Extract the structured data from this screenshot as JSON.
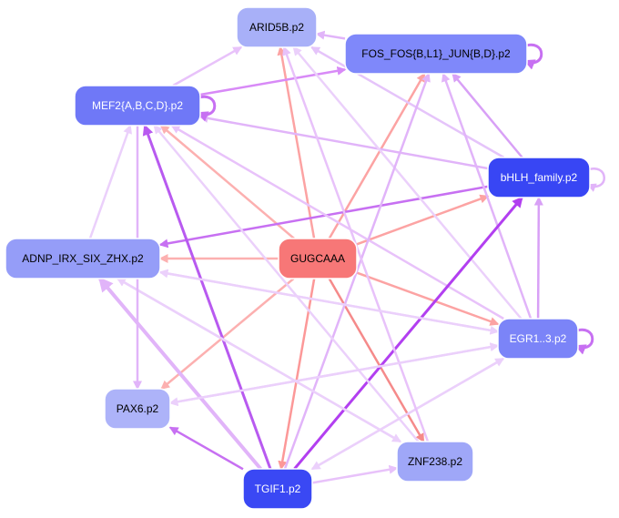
{
  "nodes": [
    {
      "id": "GUGCAAA",
      "label": "GUGCAAA",
      "fill": "#f77777",
      "text": "#000000"
    },
    {
      "id": "ARID5B",
      "label": "ARID5B.p2",
      "fill": "#a8b0f8",
      "text": "#000000"
    },
    {
      "id": "FOS",
      "label": "FOS_FOS{B,L1}_JUN{B,D}.p2",
      "fill": "#7f88fa",
      "text": "#000000"
    },
    {
      "id": "MEF2",
      "label": "MEF2{A,B,C,D}.p2",
      "fill": "#6f78f7",
      "text": "#ffffff"
    },
    {
      "id": "BHLH",
      "label": "bHLH_family.p2",
      "fill": "#3846f4",
      "text": "#ffffff"
    },
    {
      "id": "ADNP",
      "label": "ADNP_IRX_SIX_ZHX.p2",
      "fill": "#959df8",
      "text": "#000000"
    },
    {
      "id": "EGR1",
      "label": "EGR1..3.p2",
      "fill": "#7b84f8",
      "text": "#ffffff"
    },
    {
      "id": "PAX6",
      "label": "PAX6.p2",
      "fill": "#adb3f9",
      "text": "#000000"
    },
    {
      "id": "ZNF238",
      "label": "ZNF238.p2",
      "fill": "#9fa7f8",
      "text": "#000000"
    },
    {
      "id": "TGIF1",
      "label": "TGIF1.p2",
      "fill": "#3a48f4",
      "text": "#ffffff"
    }
  ],
  "edges": [
    {
      "from": "GUGCAAA",
      "to": "ARID5B",
      "color": "#fca3a3",
      "weight": 2.5
    },
    {
      "from": "GUGCAAA",
      "to": "FOS",
      "color": "#fca3a3",
      "weight": 2.5
    },
    {
      "from": "GUGCAAA",
      "to": "MEF2",
      "color": "#fcb0b0",
      "weight": 2.5
    },
    {
      "from": "GUGCAAA",
      "to": "BHLH",
      "color": "#fca3a3",
      "weight": 2.5
    },
    {
      "from": "GUGCAAA",
      "to": "ADNP",
      "color": "#fcb0b0",
      "weight": 2.5
    },
    {
      "from": "GUGCAAA",
      "to": "EGR1",
      "color": "#fca3a3",
      "weight": 2.5
    },
    {
      "from": "GUGCAAA",
      "to": "PAX6",
      "color": "#fcb0b0",
      "weight": 2.5
    },
    {
      "from": "GUGCAAA",
      "to": "ZNF238",
      "color": "#f58a8a",
      "weight": 2.5
    },
    {
      "from": "GUGCAAA",
      "to": "TGIF1",
      "color": "#fc9898",
      "weight": 2.5
    },
    {
      "from": "MEF2",
      "to": "ARID5B",
      "color": "#e8c2fa",
      "weight": 2.5
    },
    {
      "from": "MEF2",
      "to": "FOS",
      "color": "#d88af7",
      "weight": 2.5
    },
    {
      "from": "BHLH",
      "to": "MEF2",
      "color": "#e1b4f9",
      "weight": 2.5
    },
    {
      "from": "BHLH",
      "to": "ADNP",
      "color": "#c770f2",
      "weight": 2.5
    },
    {
      "from": "BHLH",
      "to": "FOS",
      "color": "#d8a0f6",
      "weight": 2.5
    },
    {
      "from": "BHLH",
      "to": "ARID5B",
      "color": "#e5c4fa",
      "weight": 2.5
    },
    {
      "from": "EGR1",
      "to": "BHLH",
      "color": "#d8a0f6",
      "weight": 2.5
    },
    {
      "from": "EGR1",
      "to": "FOS",
      "color": "#e1b4f9",
      "weight": 2.5
    },
    {
      "from": "EGR1",
      "to": "MEF2",
      "color": "#e8c2fa",
      "weight": 2.5
    },
    {
      "from": "EGR1",
      "to": "ADNP",
      "color": "#ebd0fb",
      "weight": 2.5
    },
    {
      "from": "EGR1",
      "to": "PAX6",
      "color": "#ebd0fb",
      "weight": 2.5
    },
    {
      "from": "EGR1",
      "to": "TGIF1",
      "color": "#ebd0fb",
      "weight": 2.5
    },
    {
      "from": "EGR1",
      "to": "ARID5B",
      "color": "#ebd0fb",
      "weight": 2.5
    },
    {
      "from": "TGIF1",
      "to": "BHLH",
      "color": "#b23ff0",
      "weight": 3
    },
    {
      "from": "TGIF1",
      "to": "MEF2",
      "color": "#b85af0",
      "weight": 3
    },
    {
      "from": "TGIF1",
      "to": "PAX6",
      "color": "#c770f2",
      "weight": 2.5
    },
    {
      "from": "TGIF1",
      "to": "FOS",
      "color": "#e1b4f9",
      "weight": 2.5
    },
    {
      "from": "TGIF1",
      "to": "ZNF238",
      "color": "#e8c2fa",
      "weight": 2.5
    },
    {
      "from": "TGIF1",
      "to": "ADNP",
      "color": "#e1b4f9",
      "weight": 4
    },
    {
      "from": "TGIF1",
      "to": "EGR1",
      "color": "#ebd0fb",
      "weight": 2.5
    },
    {
      "from": "ZNF238",
      "to": "ARID5B",
      "color": "#e8c2fa",
      "weight": 2.5
    },
    {
      "from": "ZNF238",
      "to": "ADNP",
      "color": "#ebd0fb",
      "weight": 2.5
    },
    {
      "from": "ZNF238",
      "to": "MEF2",
      "color": "#ebd0fb",
      "weight": 2.5
    },
    {
      "from": "ADNP",
      "to": "MEF2",
      "color": "#ebd0fb",
      "weight": 2.5
    },
    {
      "from": "ADNP",
      "to": "ZNF238",
      "color": "#ebd0fb",
      "weight": 2.5
    },
    {
      "from": "ADNP",
      "to": "EGR1",
      "color": "#ebd0fb",
      "weight": 2.5
    },
    {
      "from": "MEF2",
      "to": "PAX6",
      "color": "#e1b4f9",
      "weight": 2.5
    },
    {
      "from": "FOS",
      "to": "ARID5B",
      "color": "#e1b4f9",
      "weight": 2.5
    },
    {
      "from": "PAX6",
      "to": "EGR1",
      "color": "#ebd0fb",
      "weight": 2.5
    }
  ],
  "self_loops": [
    {
      "node": "FOS",
      "color": "#c770f2",
      "weight": 3
    },
    {
      "node": "MEF2",
      "color": "#c770f2",
      "weight": 3
    },
    {
      "node": "BHLH",
      "color": "#e1b4f9",
      "weight": 2.5
    },
    {
      "node": "EGR1",
      "color": "#c770f2",
      "weight": 3
    }
  ]
}
